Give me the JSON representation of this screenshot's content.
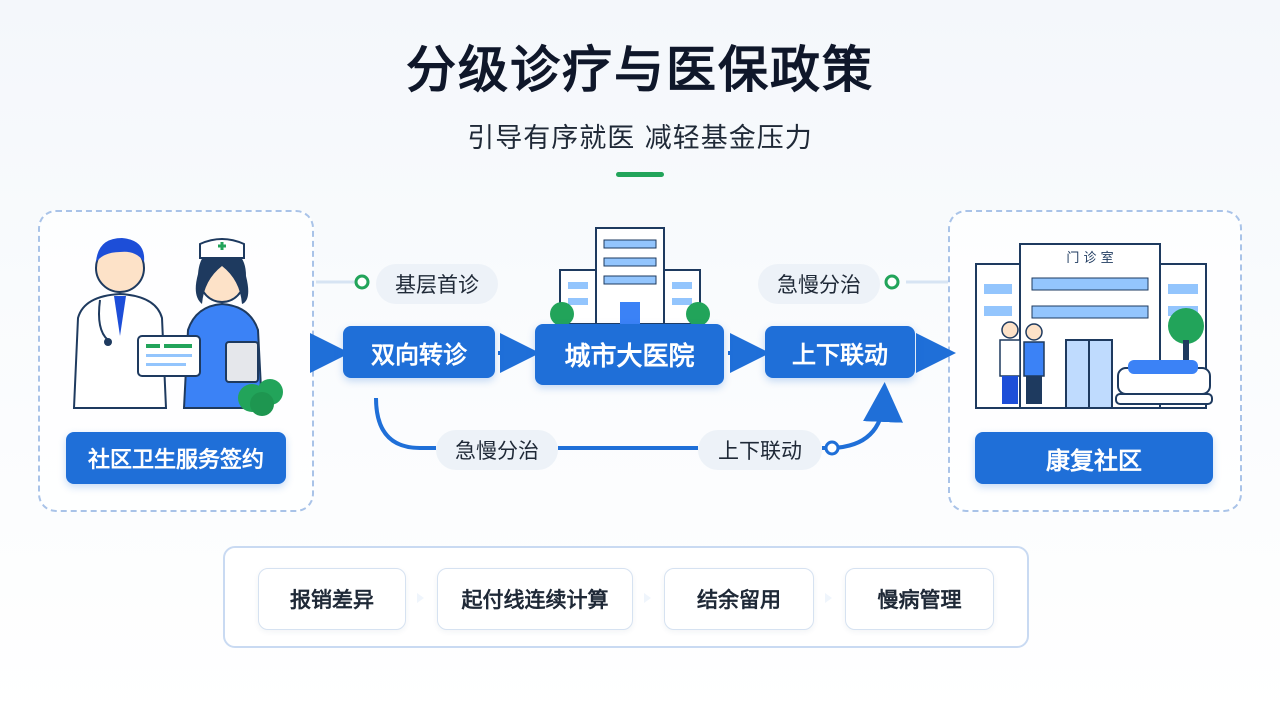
{
  "title": "分级诊疗与医保政策",
  "subtitle": "引导有序就医 减轻基金压力",
  "left_panel": {
    "label": "社区卫生服务签约"
  },
  "right_panel": {
    "label": "康复社区",
    "sign_text": "门 诊 室"
  },
  "flow": {
    "referral": "双向转诊",
    "hospital": "城市大医院",
    "linkage": "上下联动"
  },
  "pills": {
    "primary_visit": "基层首诊",
    "chronic_top": "急慢分治",
    "chronic_bottom": "急慢分治",
    "linkage_bottom": "上下联动"
  },
  "policies": [
    {
      "label": "报销差异"
    },
    {
      "label": "起付线连续计算"
    },
    {
      "label": "结余留用"
    },
    {
      "label": "慢病管理"
    }
  ],
  "colors": {
    "primary_blue": "#1f6fd8",
    "accent_green": "#22a45a",
    "card_border": "#a9c3e8"
  }
}
